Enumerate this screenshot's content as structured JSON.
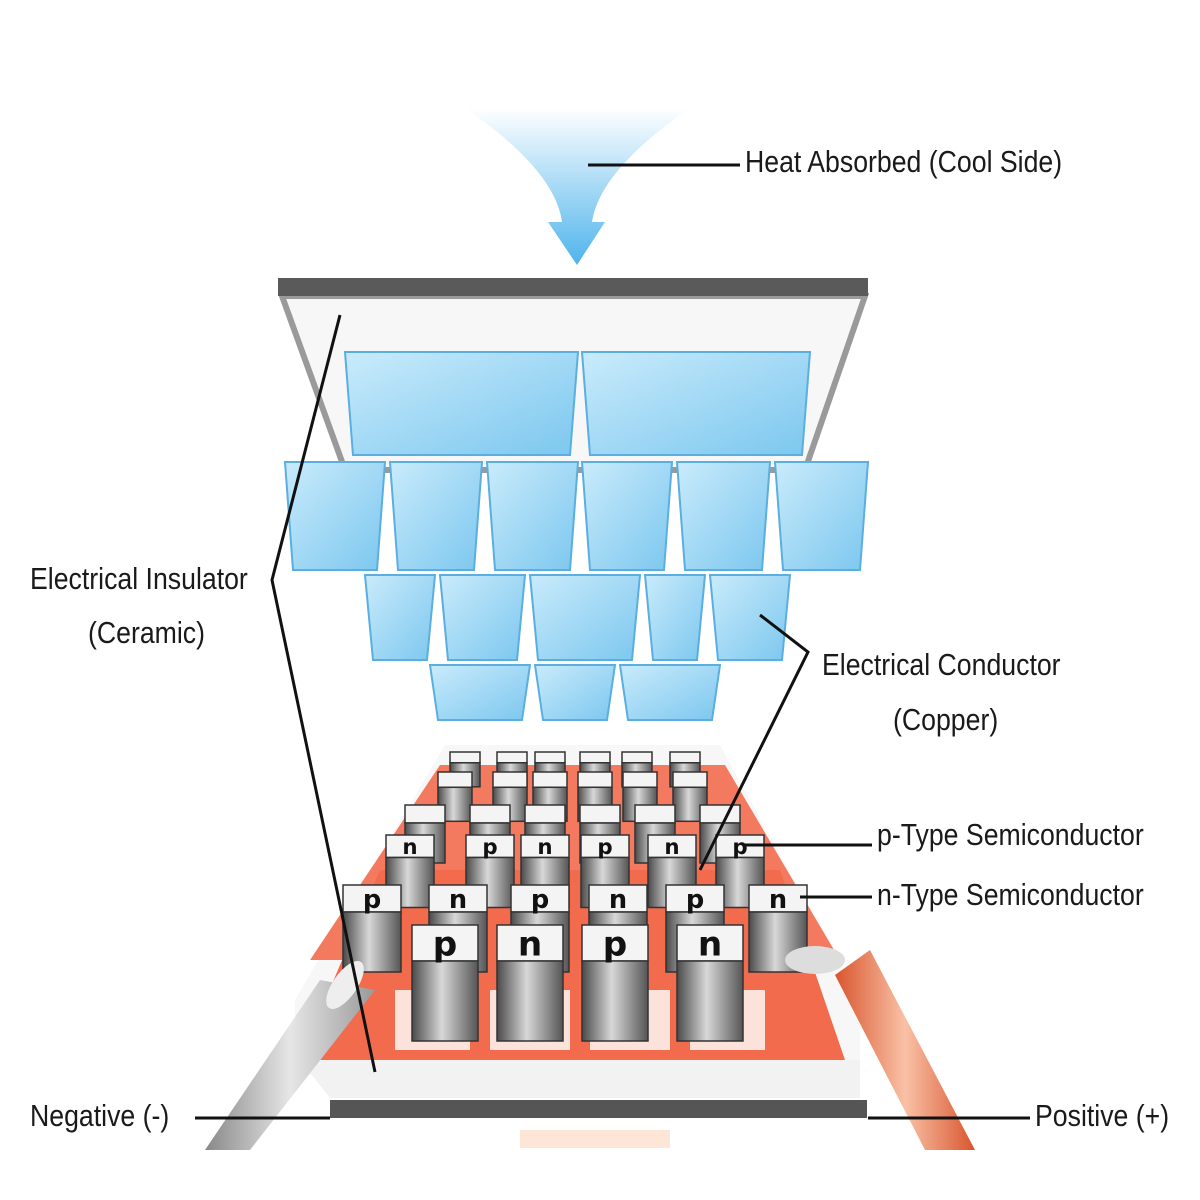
{
  "labels": {
    "heat_absorbed": "Heat Absorbed (Cool Side)",
    "insulator_line1": "Electrical Insulator",
    "insulator_line2": "(Ceramic)",
    "conductor_line1": "Electrical Conductor",
    "conductor_line2": "(Copper)",
    "p_type": "p-Type Semiconductor",
    "n_type": "n-Type Semiconductor",
    "negative": "Negative (-)",
    "positive": "Positive (+)"
  },
  "pellet_rows": [
    [
      "",
      "",
      "",
      "",
      "",
      ""
    ],
    [
      "",
      "",
      "",
      "",
      "",
      ""
    ],
    [
      "",
      "",
      "",
      "",
      "",
      ""
    ],
    [
      "n",
      "p",
      "n",
      "p",
      "n",
      "p"
    ],
    [
      "p",
      "n",
      "p",
      "n",
      "p",
      "n"
    ],
    [
      "p",
      "n",
      "p",
      "n"
    ]
  ],
  "colors": {
    "copper": "#f26b4c",
    "conductor_blue": "#8fd0f2",
    "arrow_blue": "#6cc3f0",
    "plate_dark": "#555555",
    "wire_negative": "#bdbdbd",
    "wire_positive": "#f08a63"
  }
}
